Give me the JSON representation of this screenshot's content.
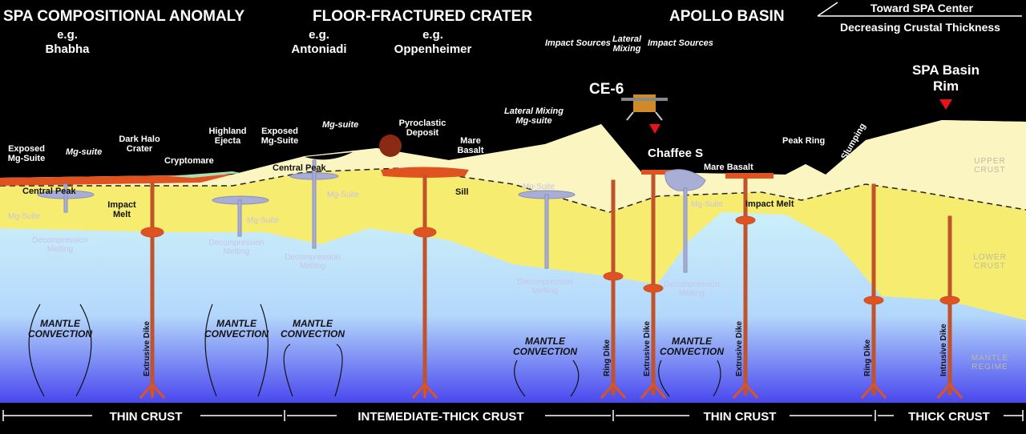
{
  "headers": {
    "spa": "SPA COMPOSITIONAL ANOMALY",
    "spa_eg": "e.g.",
    "spa_example": "Bhabha",
    "ffc": "FLOOR-FRACTURED CRATER",
    "ffc_eg1": "e.g.",
    "ffc_example1": "Antoniadi",
    "ffc_eg2": "e.g.",
    "ffc_example2": "Oppenheimer",
    "apollo": "APOLLO BASIN",
    "direction_top": "Toward SPA Center",
    "direction_bottom": "Decreasing Crustal Thickness"
  },
  "features": {
    "exposed_mg_suite_1": "Exposed Mg-Suite",
    "mg_suite_italic_1": "Mg-suite",
    "dark_halo_crater": "Dark Halo Crater",
    "cryptomare": "Cryptomare",
    "highland_ejecta": "Highland Ejecta",
    "exposed_mg_suite_2": "Exposed Mg-Suite",
    "mg_suite_italic_2": "Mg-suite",
    "central_peak_1": "Central Peak",
    "central_peak_2": "Central Peak",
    "impact_melt_1": "Impact Melt",
    "mg_suite_1": "Mg-Suite",
    "mg_suite_2": "Mg-Suite",
    "mg_suite_3": "Mg-Suite",
    "mg_suite_4": "Mg-Suite",
    "mg_suite_5": "Mg-Suite",
    "pyroclastic_deposit": "Pyroclastic Deposit",
    "mare_basalt_1": "Mare Basalt",
    "sill": "Sill",
    "lateral_mixing_mg": "Lateral Mixing Mg-suite",
    "impact_sources_left": "Impact Sources",
    "lateral_mixing": "Lateral Mixing",
    "impact_sources_right": "Impact Sources",
    "ce6": "CE-6",
    "chaffee_s": "Chaffee S",
    "mare_basalt_2": "Mare Basalt",
    "impact_melt_2": "Impact Melt",
    "peak_ring": "Peak Ring",
    "slumping": "Slumping",
    "spa_rim": "SPA Basin Rim",
    "upper_crust": "UPPER CRUST",
    "lower_crust": "LOWER CRUST",
    "mantle_label": "MANTLE REGIME",
    "decomp_1": "Decompression Melting",
    "decomp_2": "Decompression Melting",
    "decomp_3": "Decompression Melting",
    "decomp_4": "Decompression Melting",
    "decomp_5": "Decompression Melting",
    "mantle_conv_1": "MANTLE CONVECTION",
    "mantle_conv_2": "MANTLE CONVECTION",
    "mantle_conv_3": "MANTLE CONVECTION",
    "mantle_conv_4": "MANTLE CONVECTION",
    "mantle_conv_5": "MANTLE CONVECTION",
    "extrusive_dike_1": "Extrusive Dike",
    "ring_dike_1": "Ring Dike",
    "extrusive_dike_2": "Extrusive Dike",
    "extrusive_dike_3": "Extrusive Dike",
    "ring_dike_2": "Ring Dike",
    "intrusive_dike": "Intrusive Dike"
  },
  "crust_bar": [
    "THIN CRUST",
    "INTEMEDIATE-THICK CRUST",
    "THIN CRUST",
    "THICK CRUST"
  ],
  "colors": {
    "upper_crust": "#fbf5c0",
    "lower_crust": "#f7ec6e",
    "mantle_top": "#c8eefa",
    "mantle_bottom": "#4b4cf0",
    "magma": "#e0521f",
    "mg_suite": "#a9aed6"
  }
}
